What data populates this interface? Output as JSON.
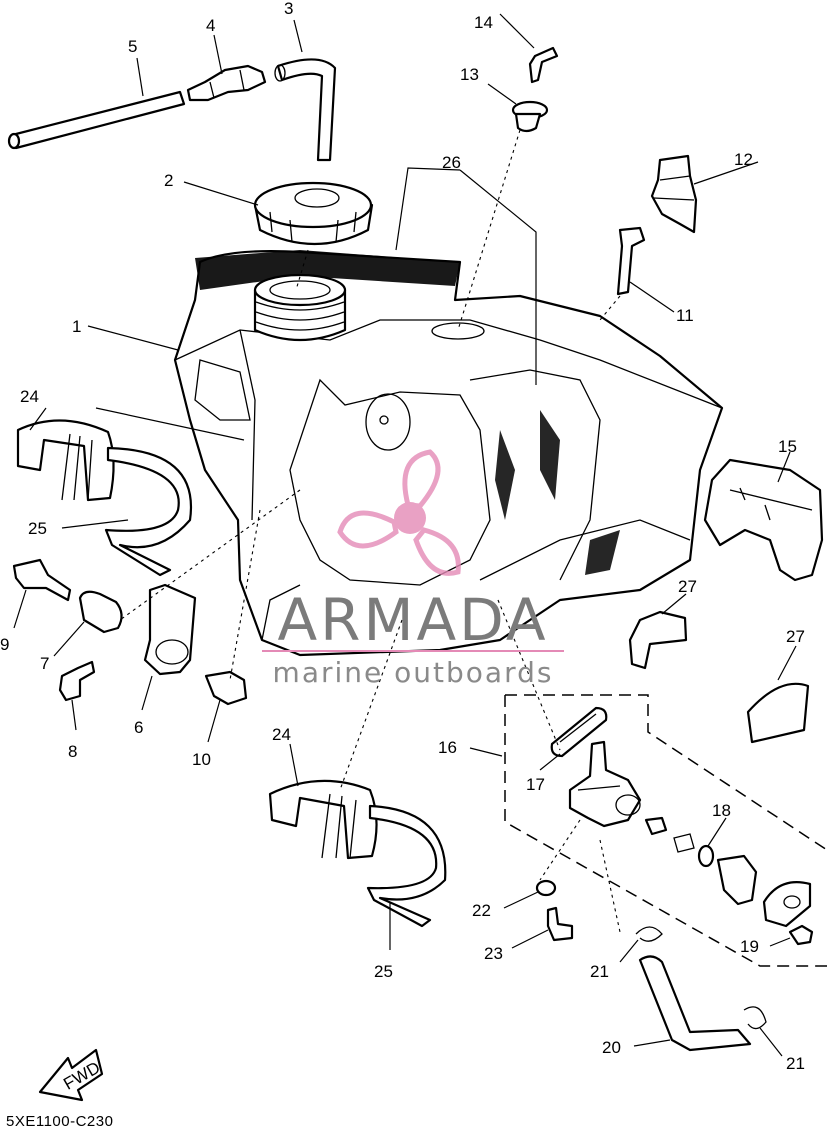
{
  "watermark": {
    "brand": "ARMADA",
    "tagline": "marine outboards",
    "accent_color": "#e48ab6",
    "text_color": "#7b7b7b"
  },
  "callouts": {
    "c1": "1",
    "c2": "2",
    "c3": "3",
    "c4": "4",
    "c5": "5",
    "c6": "6",
    "c7": "7",
    "c8": "8",
    "c9": "9",
    "c10": "10",
    "c11": "11",
    "c12": "12",
    "c13": "13",
    "c14": "14",
    "c15": "15",
    "c16": "16",
    "c17": "17",
    "c18": "18",
    "c19": "19",
    "c20": "20",
    "c21a": "21",
    "c21b": "21",
    "c22": "22",
    "c23": "23",
    "c24a": "24",
    "c24b": "24",
    "c25a": "25",
    "c25b": "25",
    "c26": "26",
    "c27a": "27",
    "c27b": "27"
  },
  "fwd_label": "FWD",
  "diagram_code": "5XE1100-C230"
}
